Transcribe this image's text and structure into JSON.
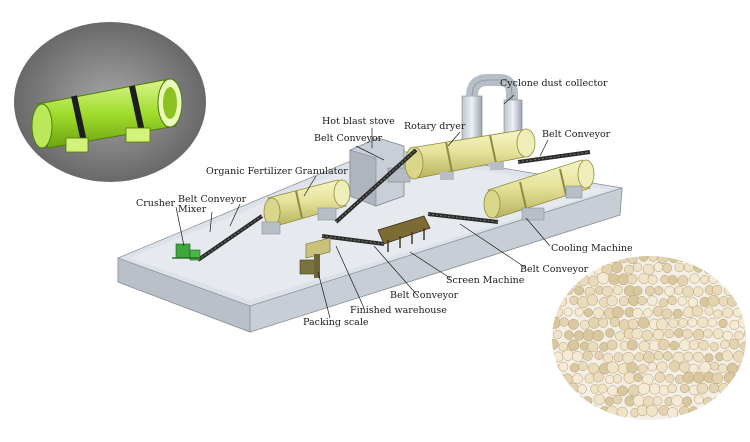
{
  "labels": {
    "cyclone": "Cyclone dust collector",
    "hot_blast": "Hot blast stove",
    "rotary_dryer": "Rotary dryer",
    "belt_conveyor_top": "Belt Conveyor",
    "belt_conveyor_right": "Belt Conveyor",
    "granulator": "Organic Fertilizer Granulator",
    "belt_conveyor_left": "Belt Conveyor",
    "mixer": "Mixer",
    "crusher": "Crusher",
    "cooling": "Cooling Machine",
    "belt_conveyor_mid": "Belt Conveyor",
    "screen": "Screen Machine",
    "belt_conveyor_bottom": "Belt Conveyor",
    "warehouse": "Finished warehouse",
    "packing": "Packing scale"
  },
  "colors": {
    "machine_yellow": "#e3e39a",
    "granulator_green": "#9fdc2c",
    "platform": "#dfe4ea",
    "pellet": "#e8dcc3"
  }
}
